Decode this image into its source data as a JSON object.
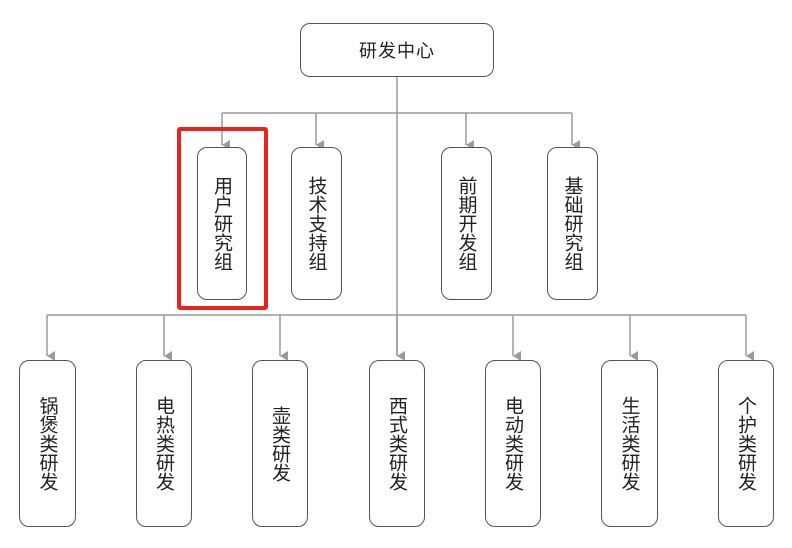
{
  "root": {
    "label": "研发中心"
  },
  "groups": [
    {
      "label": "用户研究组",
      "highlighted": true
    },
    {
      "label": "技术支持组",
      "highlighted": false
    },
    {
      "label": "前期开发组",
      "highlighted": false
    },
    {
      "label": "基础研究组",
      "highlighted": false
    }
  ],
  "categories": [
    {
      "label": "锅煲类研发"
    },
    {
      "label": "电热类研发"
    },
    {
      "label": "壶类研发"
    },
    {
      "label": "西式类研发"
    },
    {
      "label": "电动类研发"
    },
    {
      "label": "生活类研发"
    },
    {
      "label": "个护类研发"
    }
  ],
  "colors": {
    "connector": "#9a9a9a",
    "border": "#555555",
    "highlight": "#e8241d"
  }
}
